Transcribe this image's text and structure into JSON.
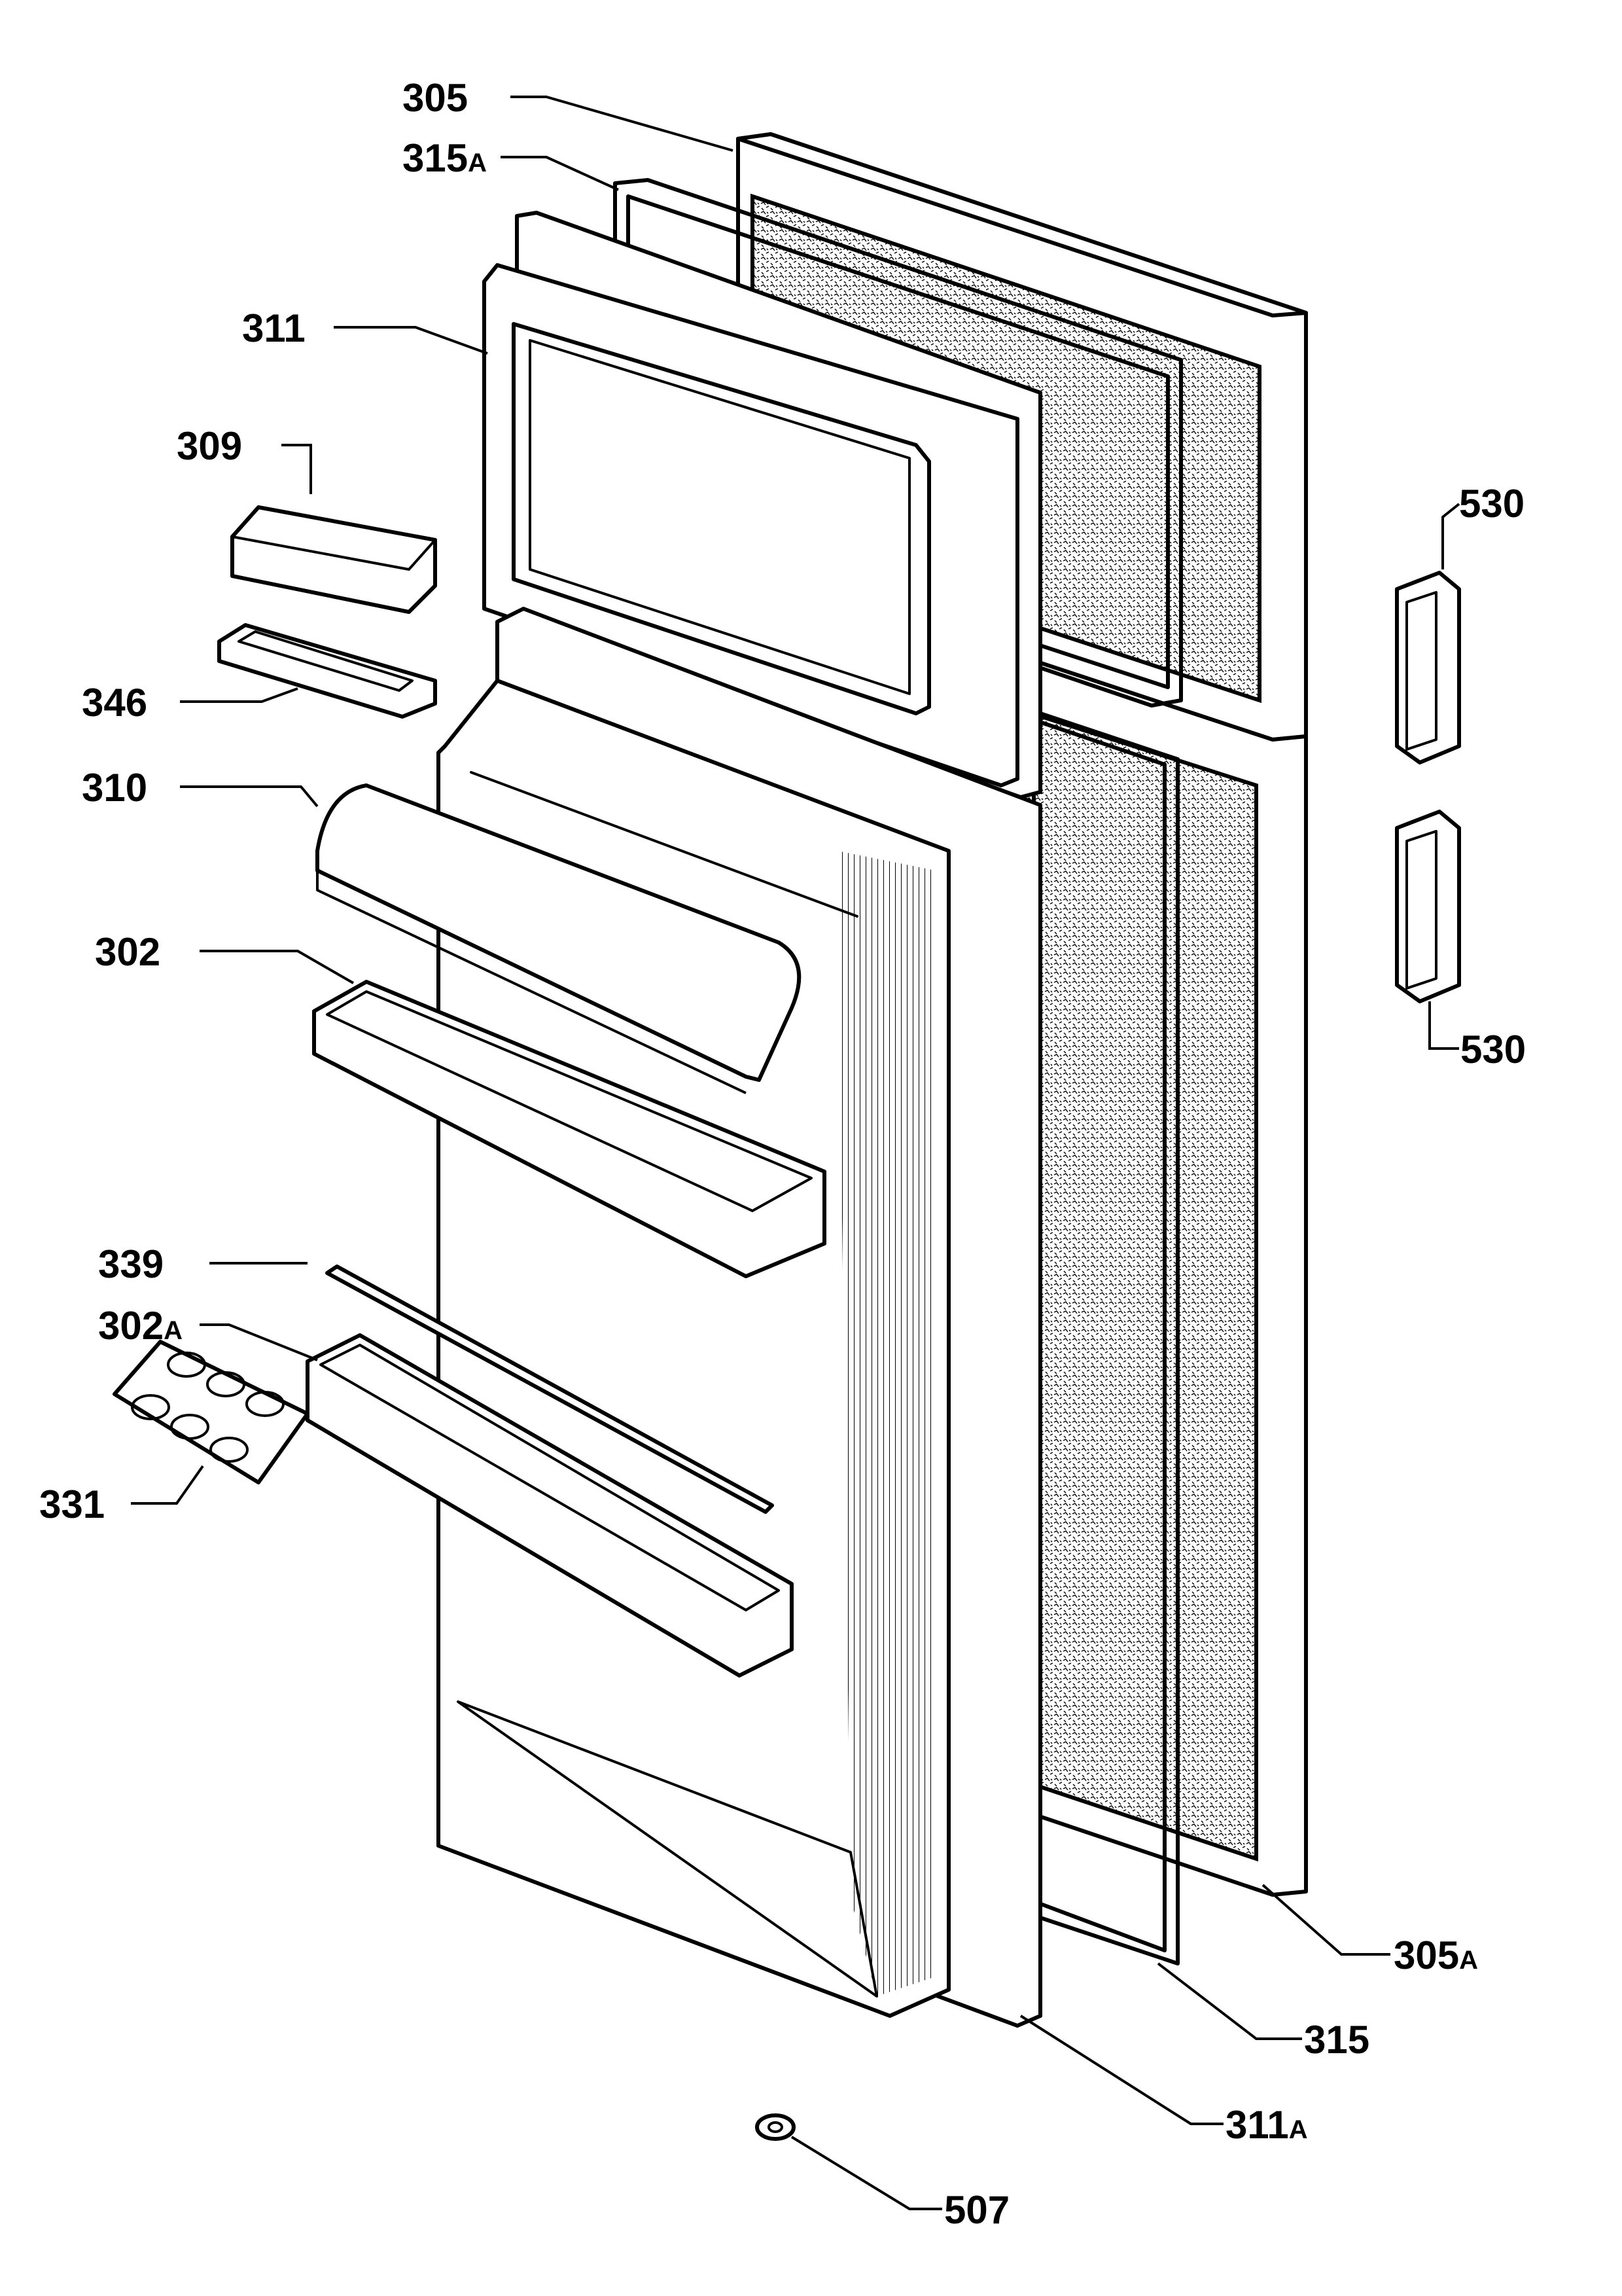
{
  "labels": [
    {
      "id": "305",
      "num": "305",
      "suf": ""
    },
    {
      "id": "315a",
      "num": "315",
      "suf": "A"
    },
    {
      "id": "311",
      "num": "311",
      "suf": ""
    },
    {
      "id": "309",
      "num": "309",
      "suf": ""
    },
    {
      "id": "346",
      "num": "346",
      "suf": ""
    },
    {
      "id": "310",
      "num": "310",
      "suf": ""
    },
    {
      "id": "302",
      "num": "302",
      "suf": ""
    },
    {
      "id": "339",
      "num": "339",
      "suf": ""
    },
    {
      "id": "302a",
      "num": "302",
      "suf": "A"
    },
    {
      "id": "331",
      "num": "331",
      "suf": ""
    },
    {
      "id": "530t",
      "num": "530",
      "suf": ""
    },
    {
      "id": "530b",
      "num": "530",
      "suf": ""
    },
    {
      "id": "305a",
      "num": "305",
      "suf": "A"
    },
    {
      "id": "315",
      "num": "315",
      "suf": ""
    },
    {
      "id": "311a",
      "num": "311",
      "suf": "A"
    },
    {
      "id": "507",
      "num": "507",
      "suf": ""
    }
  ]
}
